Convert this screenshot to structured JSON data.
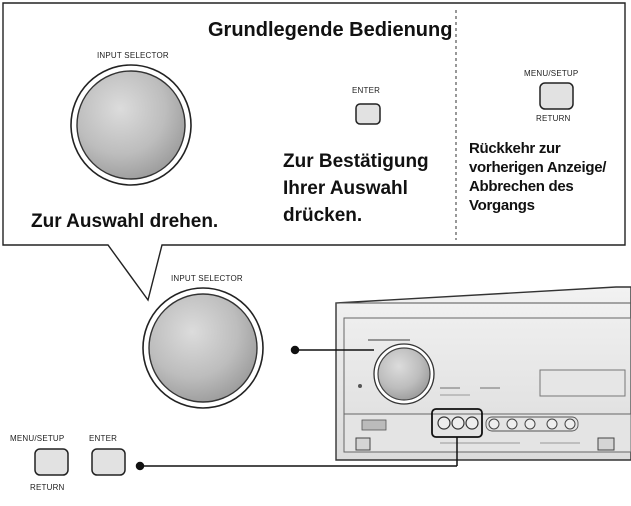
{
  "callout": {
    "title": "Grundlegende Bedienung",
    "input_selector_label": "INPUT SELECTOR",
    "enter_label": "ENTER",
    "menu_setup_label": "MENU/SETUP",
    "return_label": "RETURN",
    "turn_text": "Zur Auswahl drehen.",
    "press_text": [
      "Zur Bestätigung",
      "Ihrer Auswahl",
      "drücken."
    ],
    "return_text": [
      "Rückkehr zur",
      "vorherigen Anzeige/",
      "Abbrechen des",
      "Vorgangs"
    ]
  },
  "detail": {
    "input_selector_label": "INPUT SELECTOR",
    "menu_setup_label": "MENU/SETUP",
    "enter_label": "ENTER",
    "return_label": "RETURN"
  },
  "colors": {
    "knob_gray": "#b9b9b9",
    "button_gray": "#dedede",
    "receiver_body": "#ececec",
    "outline": "#222222"
  }
}
